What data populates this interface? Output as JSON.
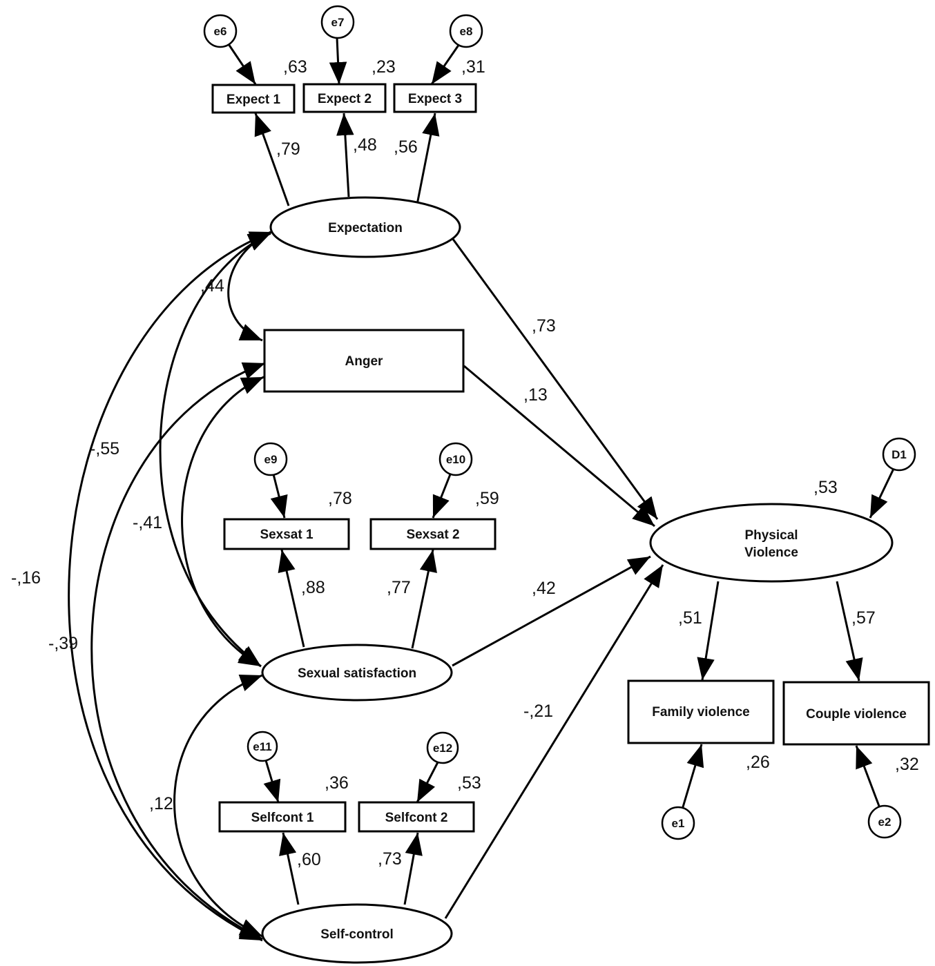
{
  "nodes": {
    "expect1": "Expect 1",
    "expect2": "Expect 2",
    "expect3": "Expect 3",
    "expectation": "Expectation",
    "anger": "Anger",
    "sexsat1": "Sexsat 1",
    "sexsat2": "Sexsat 2",
    "sexual_satisfaction": "Sexual satisfaction",
    "selfcont1": "Selfcont 1",
    "selfcont2": "Selfcont 2",
    "self_control": "Self-control",
    "physical_violence_line1": "Physical",
    "physical_violence_line2": "Violence",
    "family_violence": "Family violence",
    "couple_violence": "Couple violence"
  },
  "errors": {
    "e6": "e6",
    "e7": "e7",
    "e8": "e8",
    "e9": "e9",
    "e10": "e10",
    "e11": "e11",
    "e12": "e12",
    "d1": "D1",
    "e1": "e1",
    "e2": "e2"
  },
  "r2": {
    "expect1": ",63",
    "expect2": ",23",
    "expect3": ",31",
    "sexsat1": ",78",
    "sexsat2": ",59",
    "selfcont1": ",36",
    "selfcont2": ",53",
    "physical_violence": ",53",
    "family_violence": ",26",
    "couple_violence": ",32"
  },
  "loadings": {
    "expectation_expect1": ",79",
    "expectation_expect2": ",48",
    "expectation_expect3": ",56",
    "sexsat_sexsat1": ",88",
    "sexsat_sexsat2": ",77",
    "selfcontrol_selfcont1": ",60",
    "selfcontrol_selfcont2": ",73",
    "pv_family": ",51",
    "pv_couple": ",57"
  },
  "paths": {
    "expectation_pv": ",73",
    "anger_pv": ",13",
    "sexsat_pv": ",42",
    "selfcontrol_pv": "-,21"
  },
  "correlations": {
    "expectation_anger": ",44",
    "expectation_sexsat": "-,55",
    "anger_sexsat": "-,41",
    "expectation_selfcontrol": "-,16",
    "anger_selfcontrol": "-,39",
    "sexsat_selfcontrol": ",12"
  }
}
